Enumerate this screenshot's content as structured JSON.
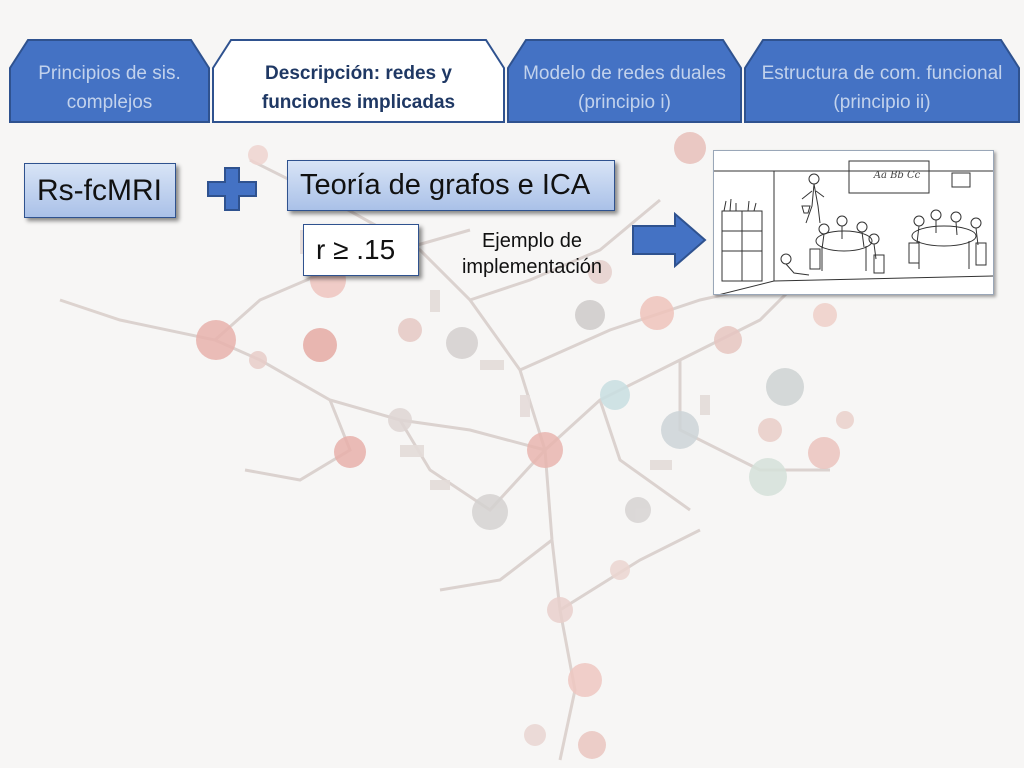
{
  "tabs": [
    {
      "label": "Principios de sis. complejos",
      "active": false
    },
    {
      "label": "Descripción: redes y funciones implicadas",
      "active": true
    },
    {
      "label": "Modelo de redes duales (principio i)",
      "active": false
    },
    {
      "label": "Estructura de com. funcional (principio ii)",
      "active": false
    }
  ],
  "colors": {
    "tab_fill": "#4472c4",
    "tab_active_fill": "#ffffff",
    "tab_border": "#2f528f",
    "plus_icon": "#4472c4",
    "arrow": "#4472c4"
  },
  "content": {
    "method_label": "Rs-fcMRI",
    "plus_icon": "plus-icon",
    "analysis_label": "Teoría de grafos e ICA",
    "threshold_label": "r ≥ .15",
    "example_caption": "Ejemplo de implementación",
    "arrow_icon": "right-arrow-icon",
    "illustration": "classroom-illustration",
    "chalkboard_text": "Aa Bb Cc"
  },
  "background": "faded-network-graph"
}
